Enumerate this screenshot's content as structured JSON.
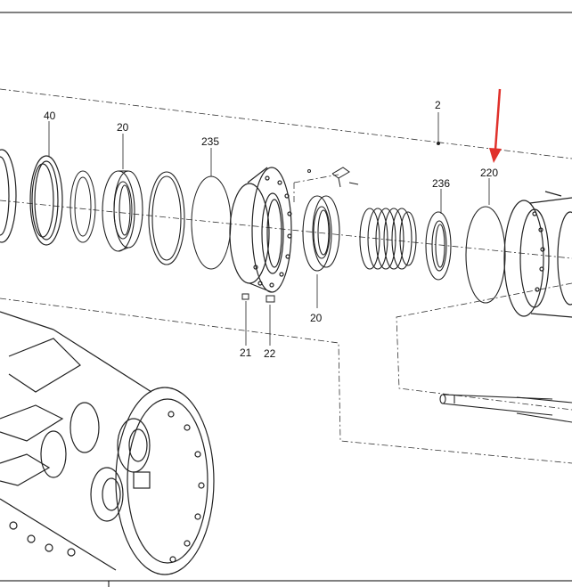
{
  "diagram": {
    "callouts": {
      "c40": "40",
      "c20_top": "20",
      "c235": "235",
      "c2": "2",
      "c220": "220",
      "c236": "236",
      "c20_bottom": "20",
      "c21": "21",
      "c22": "22"
    },
    "highlight_arrow_color": "#e0312b",
    "line_color": "#222222"
  }
}
